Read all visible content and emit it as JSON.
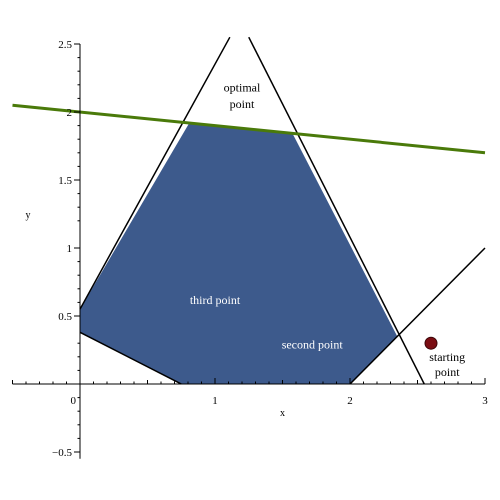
{
  "chart_data": {
    "type": "line",
    "title": "",
    "xlabel": "x",
    "ylabel": "y",
    "xlim": [
      -0.5,
      3
    ],
    "ylim": [
      -0.55,
      2.5
    ],
    "grid": false,
    "x_ticks": [
      {
        "value": 1,
        "label": "1"
      },
      {
        "value": 2,
        "label": "2"
      },
      {
        "value": 3,
        "label": "3"
      }
    ],
    "y_ticks": [
      {
        "value": -0.5,
        "label": "−0.5"
      },
      {
        "value": 0.5,
        "label": "0.5"
      },
      {
        "value": 1,
        "label": "1"
      },
      {
        "value": 1.5,
        "label": "1.5"
      },
      {
        "value": 2,
        "label": "2"
      },
      {
        "value": 2.5,
        "label": "2.5"
      }
    ],
    "origin_label": "0",
    "feasible_region": {
      "fill": "#3d5a8c",
      "vertices": [
        [
          0,
          0.55
        ],
        [
          0,
          0.38
        ],
        [
          0.75,
          0
        ],
        [
          2.0,
          0
        ],
        [
          2.35,
          0.35
        ],
        [
          1.57,
          1.85
        ],
        [
          0.81,
          1.92
        ]
      ]
    },
    "lines": [
      {
        "points": [
          [
            0,
            0.55
          ],
          [
            1.11,
            2.55
          ]
        ],
        "color": "#000000",
        "width": 1.5
      },
      {
        "points": [
          [
            1.25,
            2.55
          ],
          [
            2.55,
            0
          ]
        ],
        "color": "#000000",
        "width": 1.5
      },
      {
        "points": [
          [
            0,
            0.38
          ],
          [
            0.75,
            0
          ]
        ],
        "color": "#000000",
        "width": 1.5
      },
      {
        "points": [
          [
            2.0,
            0
          ],
          [
            3.0,
            1.0
          ]
        ],
        "color": "#000000",
        "width": 1.5
      },
      {
        "points": [
          [
            -0.5,
            2.05
          ],
          [
            3.0,
            1.7
          ]
        ],
        "color": "#4a7a0a",
        "width": 3
      }
    ],
    "points": [
      {
        "x": 2.6,
        "y": 0.3,
        "color": "#7a0d12"
      }
    ],
    "annotations": [
      {
        "text": "optimal",
        "x": 1.2,
        "y": 2.15,
        "color": "#000000"
      },
      {
        "text": "point",
        "x": 1.2,
        "y": 2.03,
        "color": "#000000"
      },
      {
        "text": "third point",
        "x": 1.0,
        "y": 0.59,
        "color": "#ffffff"
      },
      {
        "text": "second point",
        "x": 1.72,
        "y": 0.26,
        "color": "#ffffff"
      },
      {
        "text": "starting",
        "x": 2.72,
        "y": 0.17,
        "color": "#000000"
      },
      {
        "text": "point",
        "x": 2.72,
        "y": 0.06,
        "color": "#000000"
      }
    ]
  }
}
